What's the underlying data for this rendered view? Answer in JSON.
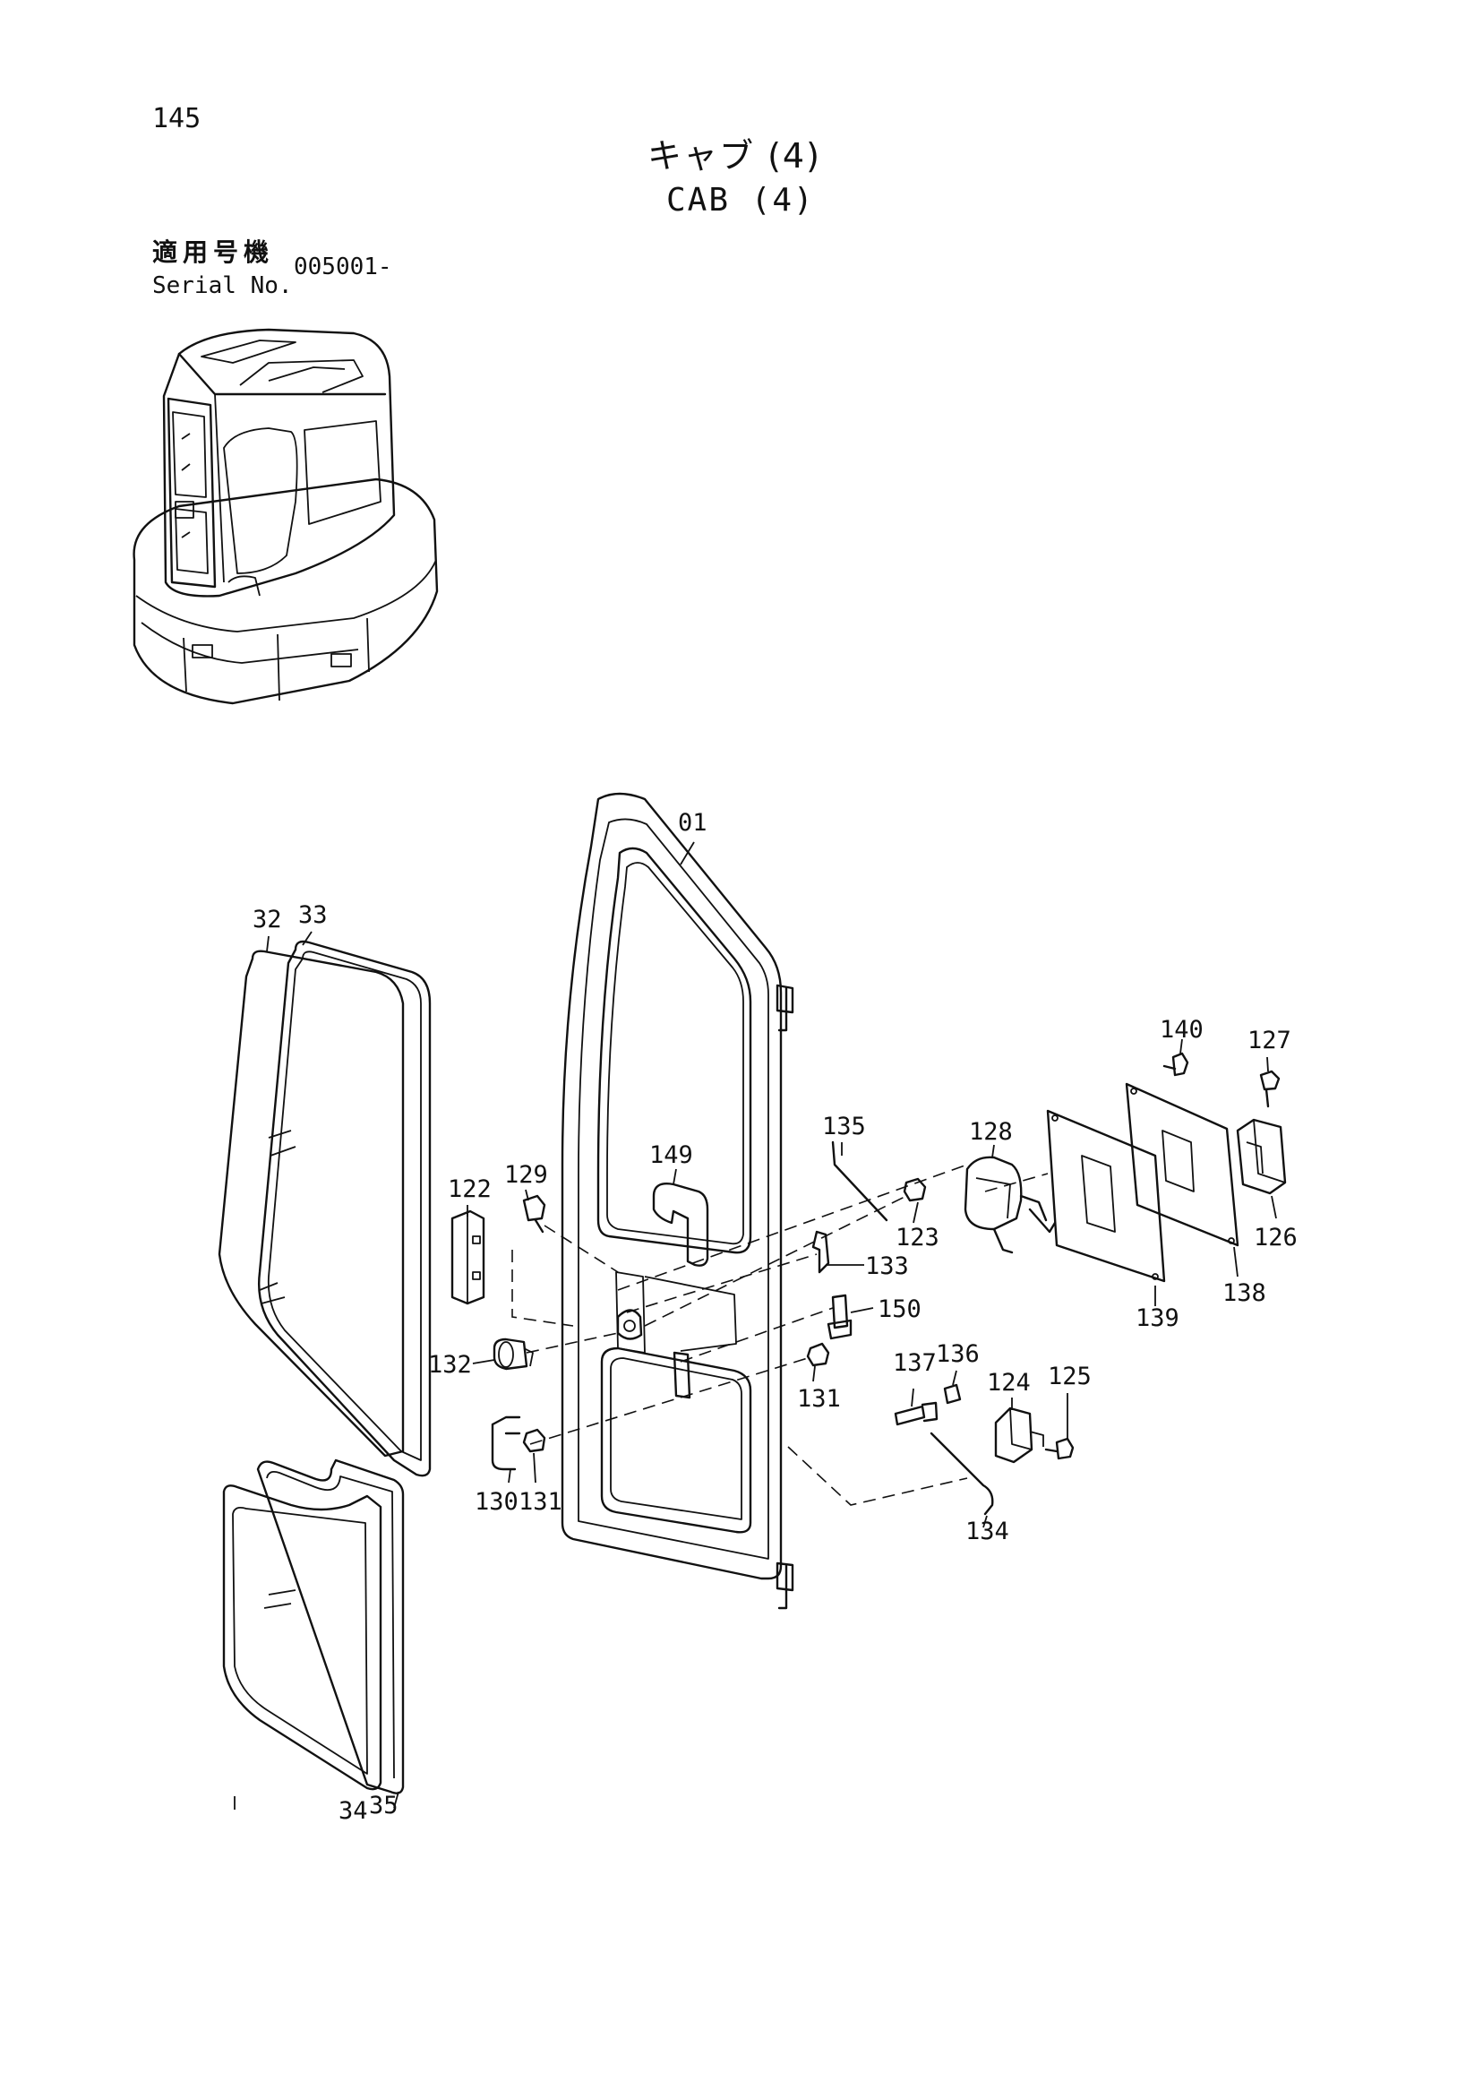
{
  "page_number": "145",
  "title_jp": "キャブ (4)",
  "title_en": "CAB (4)",
  "serial": {
    "label_jp": "適用号機",
    "label_en": "Serial No.",
    "value": "005001-"
  },
  "callouts": [
    "01",
    "32",
    "33",
    "34",
    "35",
    "122",
    "123",
    "124",
    "125",
    "126",
    "127",
    "128",
    "129",
    "130",
    "131",
    "131",
    "132",
    "133",
    "134",
    "135",
    "136",
    "137",
    "138",
    "139",
    "140",
    "149",
    "150"
  ]
}
